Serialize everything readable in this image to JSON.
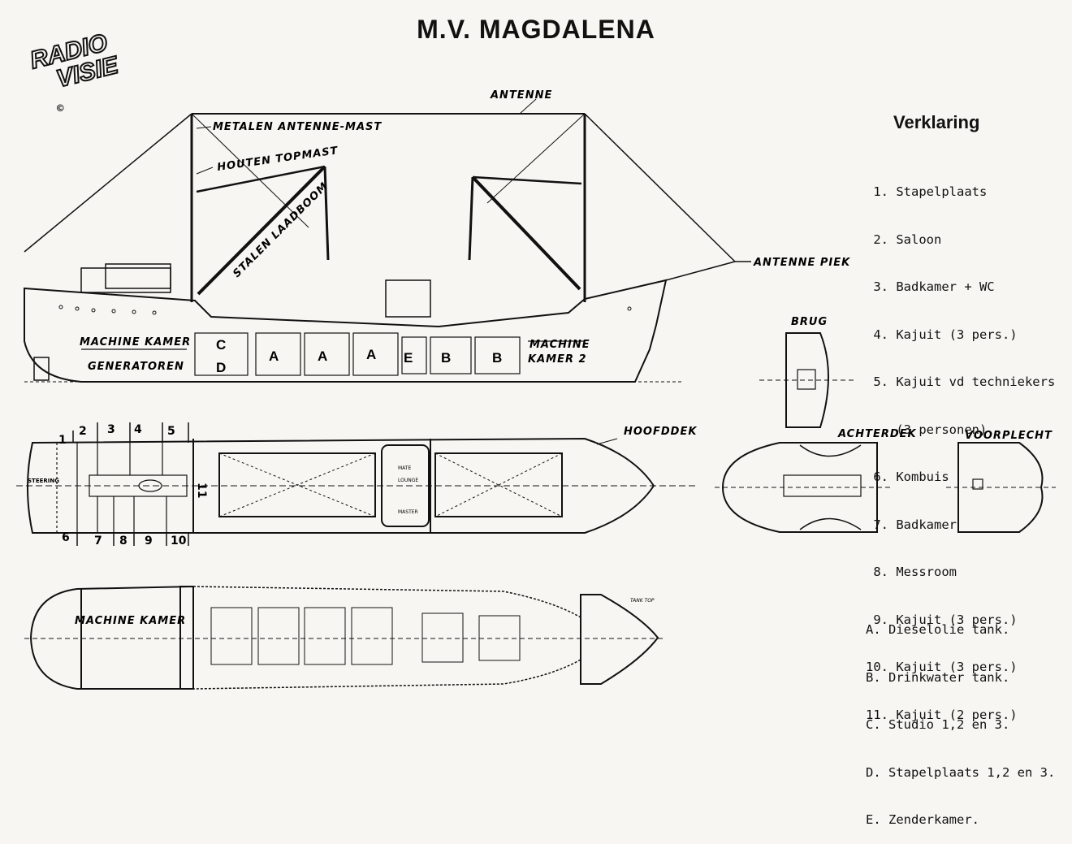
{
  "title": "M.V. MAGDALENA",
  "logo": {
    "line1": "RADIO",
    "line2": "VISIE",
    "copyright": "©"
  },
  "side_labels": {
    "antenne": "ANTENNE",
    "metalen_mast": "METALEN ANTENNE-MAST",
    "houten_topmast": "HOUTEN TOPMAST",
    "stalen_laadboom": "STALEN LAADBOOM",
    "antenne_piek": "ANTENNE PIEK",
    "machine_kamer": "MACHINE KAMER",
    "generatoren": "GENERATOREN",
    "machine_kamer_2a": "MACHINE",
    "machine_kamer_2b": "KAMER 2",
    "brug": "BRUG",
    "hoofddek": "HOOFDDEK",
    "achterdek": "ACHTERDEK",
    "voorplecht": "VOORPLECHT",
    "machine_kamer_bottom": "MACHINE KAMER",
    "steering": "STEERING",
    "tank_top": "TANK TOP",
    "mate": "MATE",
    "lounge": "LOUNGE",
    "master": "MASTER"
  },
  "tank_letters": [
    "C",
    "D",
    "A",
    "A",
    "A",
    "E",
    "B",
    "B"
  ],
  "room_numbers": [
    "1",
    "2",
    "3",
    "4",
    "5",
    "6",
    "7",
    "8",
    "9",
    "10",
    "11"
  ],
  "legend": {
    "title": "Verklaring",
    "numbered": [
      " 1. Stapelplaats",
      " 2. Saloon",
      " 3. Badkamer + WC",
      " 4. Kajuit (3 pers.)",
      " 5. Kajuit vd techniekers",
      "    (3 personen)",
      " 6. Kombuis",
      " 7. Badkamer",
      " 8. Messroom",
      " 9. Kajuit (3 pers.)",
      "10. Kajuit (3 pers.)",
      "11. Kajuit (2 pers.)"
    ],
    "lettered": [
      "A. Dieselolie tank.",
      "B. Drinkwater tank.",
      "C. Studio 1,2 en 3.",
      "D. Stapelplaats 1,2 en 3.",
      "E. Zenderkamer."
    ]
  }
}
